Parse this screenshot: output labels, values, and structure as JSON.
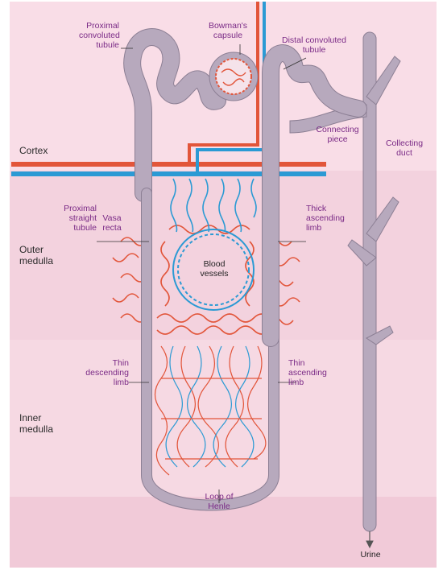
{
  "zones": {
    "cortex": "Cortex",
    "outer_medulla": "Outer\nmedulla",
    "inner_medulla": "Inner\nmedulla"
  },
  "labels": {
    "proximal_convoluted_tubule": "Proximal\nconvoluted\ntubule",
    "bowmans_capsule": "Bowman's\ncapsule",
    "distal_convoluted_tubule": "Distal convoluted\ntubule",
    "connecting_piece": "Connecting\npiece",
    "collecting_duct": "Collecting\nduct",
    "proximal_straight_tubule": "Proximal\nstraight\ntubule",
    "vasa_recta": "Vasa\nrecta",
    "thick_ascending_limb": "Thick\nascending\nlimb",
    "blood_vessels": "Blood\nvessels",
    "thin_descending_limb": "Thin\ndescending\nlimb",
    "thin_ascending_limb": "Thin\nascending\nlimb",
    "loop_of_henle": "Loop of\nHenle",
    "urine": "Urine"
  },
  "colors": {
    "cortex_band": "#f9dde7",
    "outer_medulla_band": "#f3d2de",
    "inner_medulla_band": "#f6d9e3",
    "bottom_band": "#f1cad8",
    "tubule": "#b7a9bd",
    "tubule_edge": "#8c7f94",
    "artery": "#e2553a",
    "vein": "#2b9ad4",
    "label_text": "#7a2a86"
  }
}
